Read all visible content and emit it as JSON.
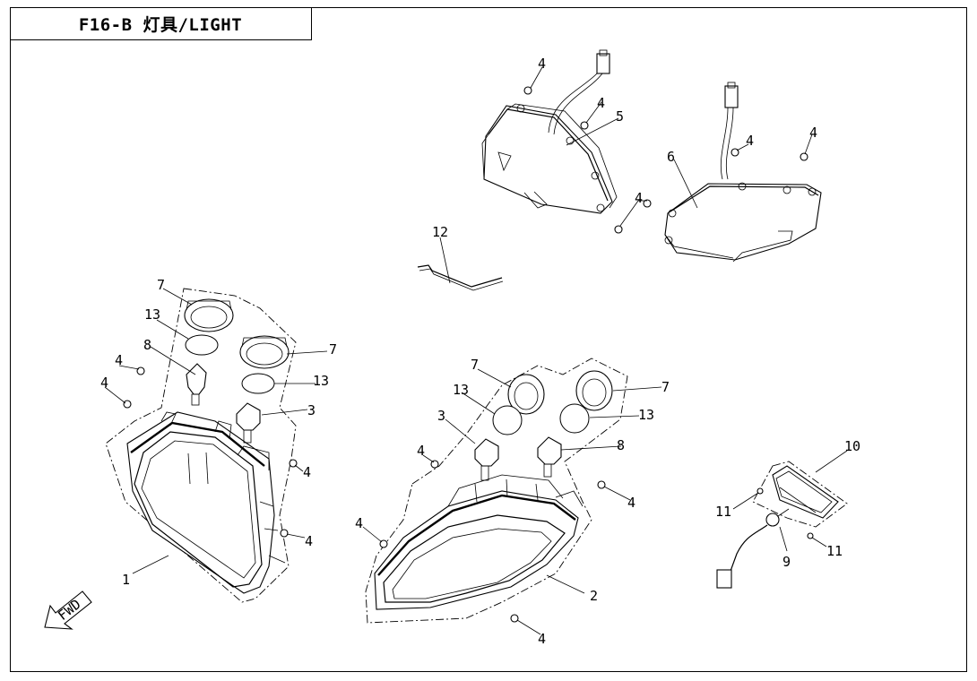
{
  "header": {
    "title": "F16-B  灯具/LIGHT"
  },
  "callouts": {
    "c1": "1",
    "c2": "2",
    "c3a": "3",
    "c3b": "3",
    "c4a": "4",
    "c4b": "4",
    "c4c": "4",
    "c4d": "4",
    "c4e": "4",
    "c4f": "4",
    "c4g": "4",
    "c4h": "4",
    "c4i": "4",
    "c4j": "4",
    "c4k": "4",
    "c4l": "4",
    "c4m": "4",
    "c5": "5",
    "c6": "6",
    "c7a": "7",
    "c7b": "7",
    "c7c": "7",
    "c7d": "7",
    "c8a": "8",
    "c8b": "8",
    "c9": "9",
    "c10": "10",
    "c11a": "11",
    "c11b": "11",
    "c12": "12",
    "c13a": "13",
    "c13b": "13",
    "c13c": "13",
    "c13d": "13"
  },
  "direction_arrow": {
    "label": "FWD",
    "icon": "fwd-arrow-icon"
  }
}
